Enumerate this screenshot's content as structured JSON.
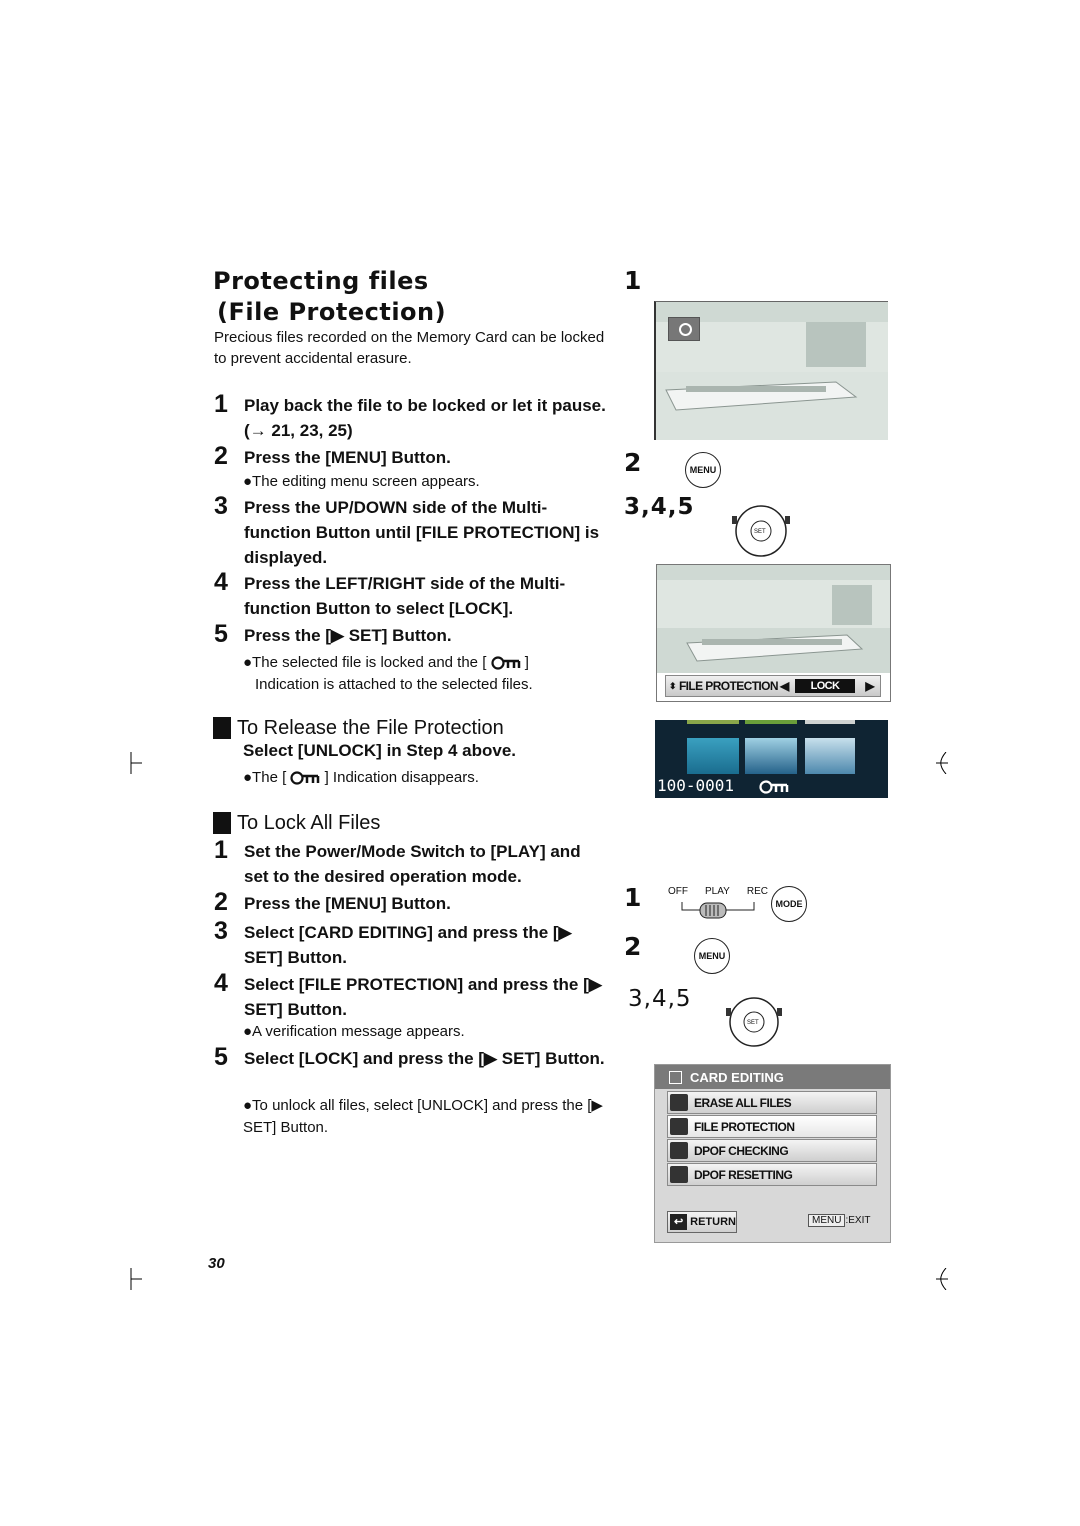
{
  "title": {
    "line1": "Protecting files",
    "line2": "(File Protection)"
  },
  "intro": "Precious files recorded on the Memory Card can be locked to prevent accidental erasure.",
  "steps": [
    {
      "num": "1",
      "text": "Play back the file to be locked or let it pause. (→ 21, 23, 25)"
    },
    {
      "num": "2",
      "text": "Press the [MENU] Button."
    },
    {
      "num": "3",
      "text": "Press the UP/DOWN side of the Multi-function Button until [FILE PROTECTION] is displayed."
    },
    {
      "num": "4",
      "text": "Press the LEFT/RIGHT side of the Multi-function Button to select [LOCK]."
    },
    {
      "num": "5",
      "text": "Press the [▶ SET] Button."
    }
  ],
  "bullets": {
    "menu_appears": "●The editing menu screen appears.",
    "locked_a": "●The selected file is locked and the [",
    "locked_b": "]",
    "locked_c": "Indication is attached to the selected files."
  },
  "release": {
    "heading": "To Release the File Protection",
    "sub": "Select [UNLOCK] in Step 4 above.",
    "bullet_a": "●The [",
    "bullet_b": "] Indication disappears."
  },
  "lockall": {
    "heading": "To Lock All Files",
    "steps": [
      {
        "num": "1",
        "text": "Set the Power/Mode Switch to [PLAY] and set to the desired operation mode."
      },
      {
        "num": "2",
        "text": "Press the [MENU] Button."
      },
      {
        "num": "3",
        "text": "Select [CARD EDITING] and press the [▶ SET] Button."
      },
      {
        "num": "4",
        "text": "Select [FILE PROTECTION] and press the [▶ SET] Button."
      },
      {
        "num": "5",
        "text": "Select [LOCK] and press the [▶ SET] Button."
      }
    ],
    "bullet_verify": "●A verification message appears.",
    "bullet_unlock": "●To unlock all files, select [UNLOCK] and press the [▶ SET] Button."
  },
  "figure": {
    "label1": "1",
    "label2": "2",
    "label345": "3,4,5",
    "menu_btn": "MENU",
    "mode_btn": "MODE",
    "set_label": "SET",
    "switch_labels": [
      "OFF",
      "PLAY",
      "REC"
    ],
    "file_protection_bar": "FILE PROTECTION",
    "lock_label": "LOCK",
    "file_number": "100-0001",
    "card_menu": {
      "title": "CARD EDITING",
      "items": [
        "ERASE ALL FILES",
        "FILE PROTECTION",
        "DPOF CHECKING",
        "DPOF RESETTING"
      ],
      "return": "RETURN",
      "exit_key": "MENU",
      "exit_text": ":EXIT"
    }
  },
  "page_number": "30"
}
